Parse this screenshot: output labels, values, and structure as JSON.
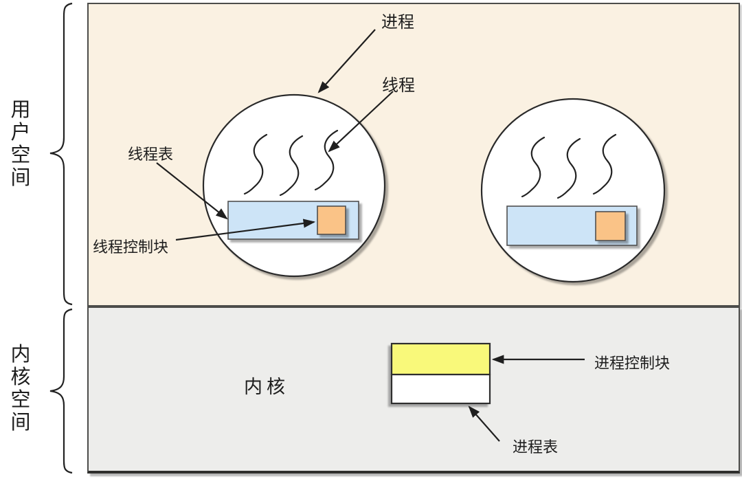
{
  "labels": {
    "user_space": "用户空间",
    "kernel_space": "内核空间",
    "process": "进程",
    "thread": "线程",
    "thread_table": "线程表",
    "thread_control_block": "线程控制块",
    "kernel": "内核",
    "process_control_block": "进程控制块",
    "process_table": "进程表"
  },
  "colors": {
    "user_space_bg": "#faf1e2",
    "kernel_space_bg": "#ededeb",
    "thread_table_fill": "#cde4f7",
    "thread_control_block_fill": "#fac387",
    "process_control_block_fill": "#f9f97a",
    "process_table_fill": "#ffffff",
    "process_circle_fill": "#ffffff",
    "line": "#1f1f1f"
  }
}
